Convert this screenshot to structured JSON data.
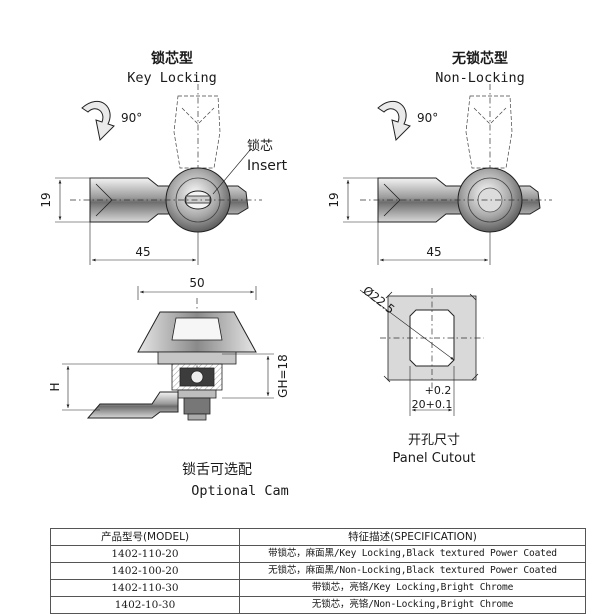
{
  "views": {
    "key_locking": {
      "title_cn": "锁芯型",
      "title_en": "Key Locking",
      "rotation": "90°",
      "height_dim": "19",
      "width_dim": "45",
      "insert_cn": "锁芯",
      "insert_en": "Insert"
    },
    "non_locking": {
      "title_cn": "无锁芯型",
      "title_en": "Non-Locking",
      "rotation": "90°",
      "height_dim": "19",
      "width_dim": "45"
    },
    "side_view": {
      "width_dim": "50",
      "h_label": "H",
      "gh_label": "GH=18",
      "caption_cn": "锁舌可选配",
      "caption_en": "Optional Cam"
    },
    "cutout": {
      "diameter": "Ø22.5",
      "tol_plus": "+0.2",
      "width": "20+0.1",
      "caption_cn": "开孔尺寸",
      "caption_en": "Panel Cutout"
    }
  },
  "table": {
    "headers": [
      "产品型号(MODEL)",
      "特征描述(SPECIFICATION)"
    ],
    "rows": [
      [
        "1402-110-20",
        "带锁芯，麻面黑/Key Locking,Black textured Power Coated"
      ],
      [
        "1402-100-20",
        "无锁芯，麻面黑/Non-Locking,Black textured Power Coated"
      ],
      [
        "1402-110-30",
        "带锁芯，亮铬/Key Locking,Bright Chrome"
      ],
      [
        "1402-10-30",
        "无锁芯，亮铬/Non-Locking,Bright Chrome"
      ]
    ]
  }
}
